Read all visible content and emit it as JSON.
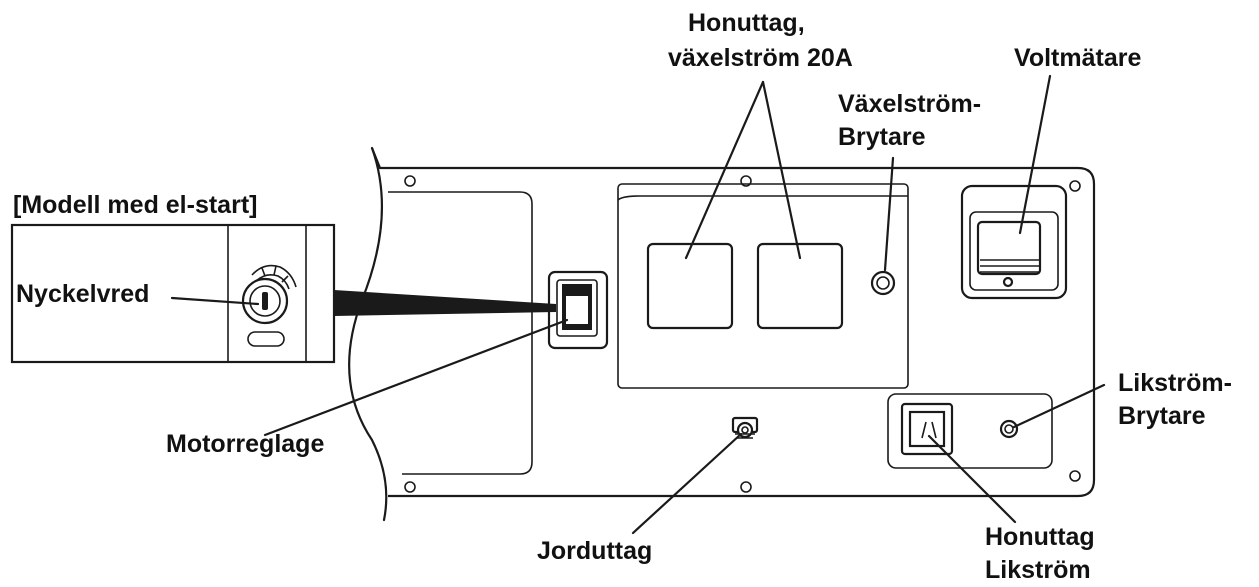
{
  "labels": {
    "ac_outlets_line1": "Honuttag,",
    "ac_outlets_line2": "växelström 20A",
    "voltmeter": "Voltmätare",
    "ac_breaker_line1": "Växelström-",
    "ac_breaker_line2": "Brytare",
    "model_electric_start": "[Modell med el-start]",
    "key_switch": "Nyckelvred",
    "engine_switch": "Motorreglage",
    "dc_breaker_line1": "Likström-",
    "dc_breaker_line2": "Brytare",
    "ground_terminal": "Jorduttag",
    "dc_outlet_line1": "Honuttag",
    "dc_outlet_line2": "Likström"
  },
  "colors": {
    "line": "#1a1a1a",
    "text": "#111111",
    "background": "#ffffff"
  }
}
